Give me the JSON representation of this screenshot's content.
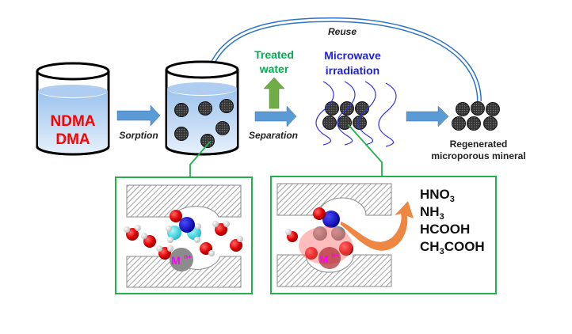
{
  "labels": {
    "reuse": "Reuse",
    "treated_water_line1": "Treated",
    "treated_water_line2": "water",
    "microwave_line1": "Microwave",
    "microwave_line2": "irradiation",
    "sorption": "Sorption",
    "separation": "Separation",
    "contaminant_line1": "NDMA",
    "contaminant_line2": "DMA",
    "regenerated_line1": "Regenerated",
    "regenerated_line2": "microporous mineral",
    "metal_ion_base": "M",
    "metal_ion_sup": "n+"
  },
  "products": [
    {
      "main": "HNO",
      "sub": "3",
      "tail": ""
    },
    {
      "main": "NH",
      "sub": "3",
      "tail": ""
    },
    {
      "main": "HCOOH",
      "sub": "",
      "tail": ""
    },
    {
      "main": "CH",
      "sub": "3",
      "tail": "COOH"
    }
  ],
  "colors": {
    "contaminant_text": "#ff0000",
    "treated_water_text": "#00b050",
    "microwave_text": "#1f1fdd",
    "process_arrow": "#5b9bd5",
    "treated_arrow": "#70ad47",
    "product_arrow": "#ed7d31",
    "inset_border": "#22b14c",
    "metal_ion_text": "#ff00ff"
  }
}
